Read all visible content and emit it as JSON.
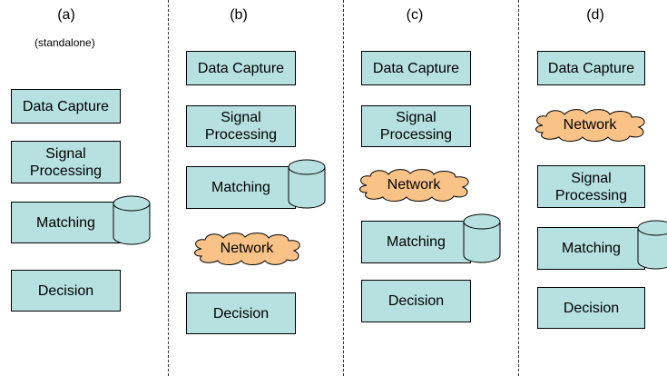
{
  "columns": [
    {
      "label": "(a)",
      "subtitle": "(standalone)",
      "blocks": {
        "data_capture": "Data Capture",
        "signal_processing": "Signal\nProcessing",
        "matching": "Matching",
        "decision": "Decision"
      }
    },
    {
      "label": "(b)",
      "blocks": {
        "data_capture": "Data Capture",
        "signal_processing": "Signal\nProcessing",
        "matching": "Matching",
        "network": "Network",
        "decision": "Decision"
      }
    },
    {
      "label": "(c)",
      "blocks": {
        "data_capture": "Data Capture",
        "signal_processing": "Signal\nProcessing",
        "network": "Network",
        "matching": "Matching",
        "decision": "Decision"
      }
    },
    {
      "label": "(d)",
      "blocks": {
        "data_capture": "Data Capture",
        "network": "Network",
        "signal_processing": "Signal\nProcessing",
        "matching": "Matching",
        "decision": "Decision"
      }
    }
  ],
  "colors": {
    "block_fill": "#b7e1e1",
    "cloud_fill": "#f9c388",
    "cylinder_fill": "#b7e1e1"
  }
}
